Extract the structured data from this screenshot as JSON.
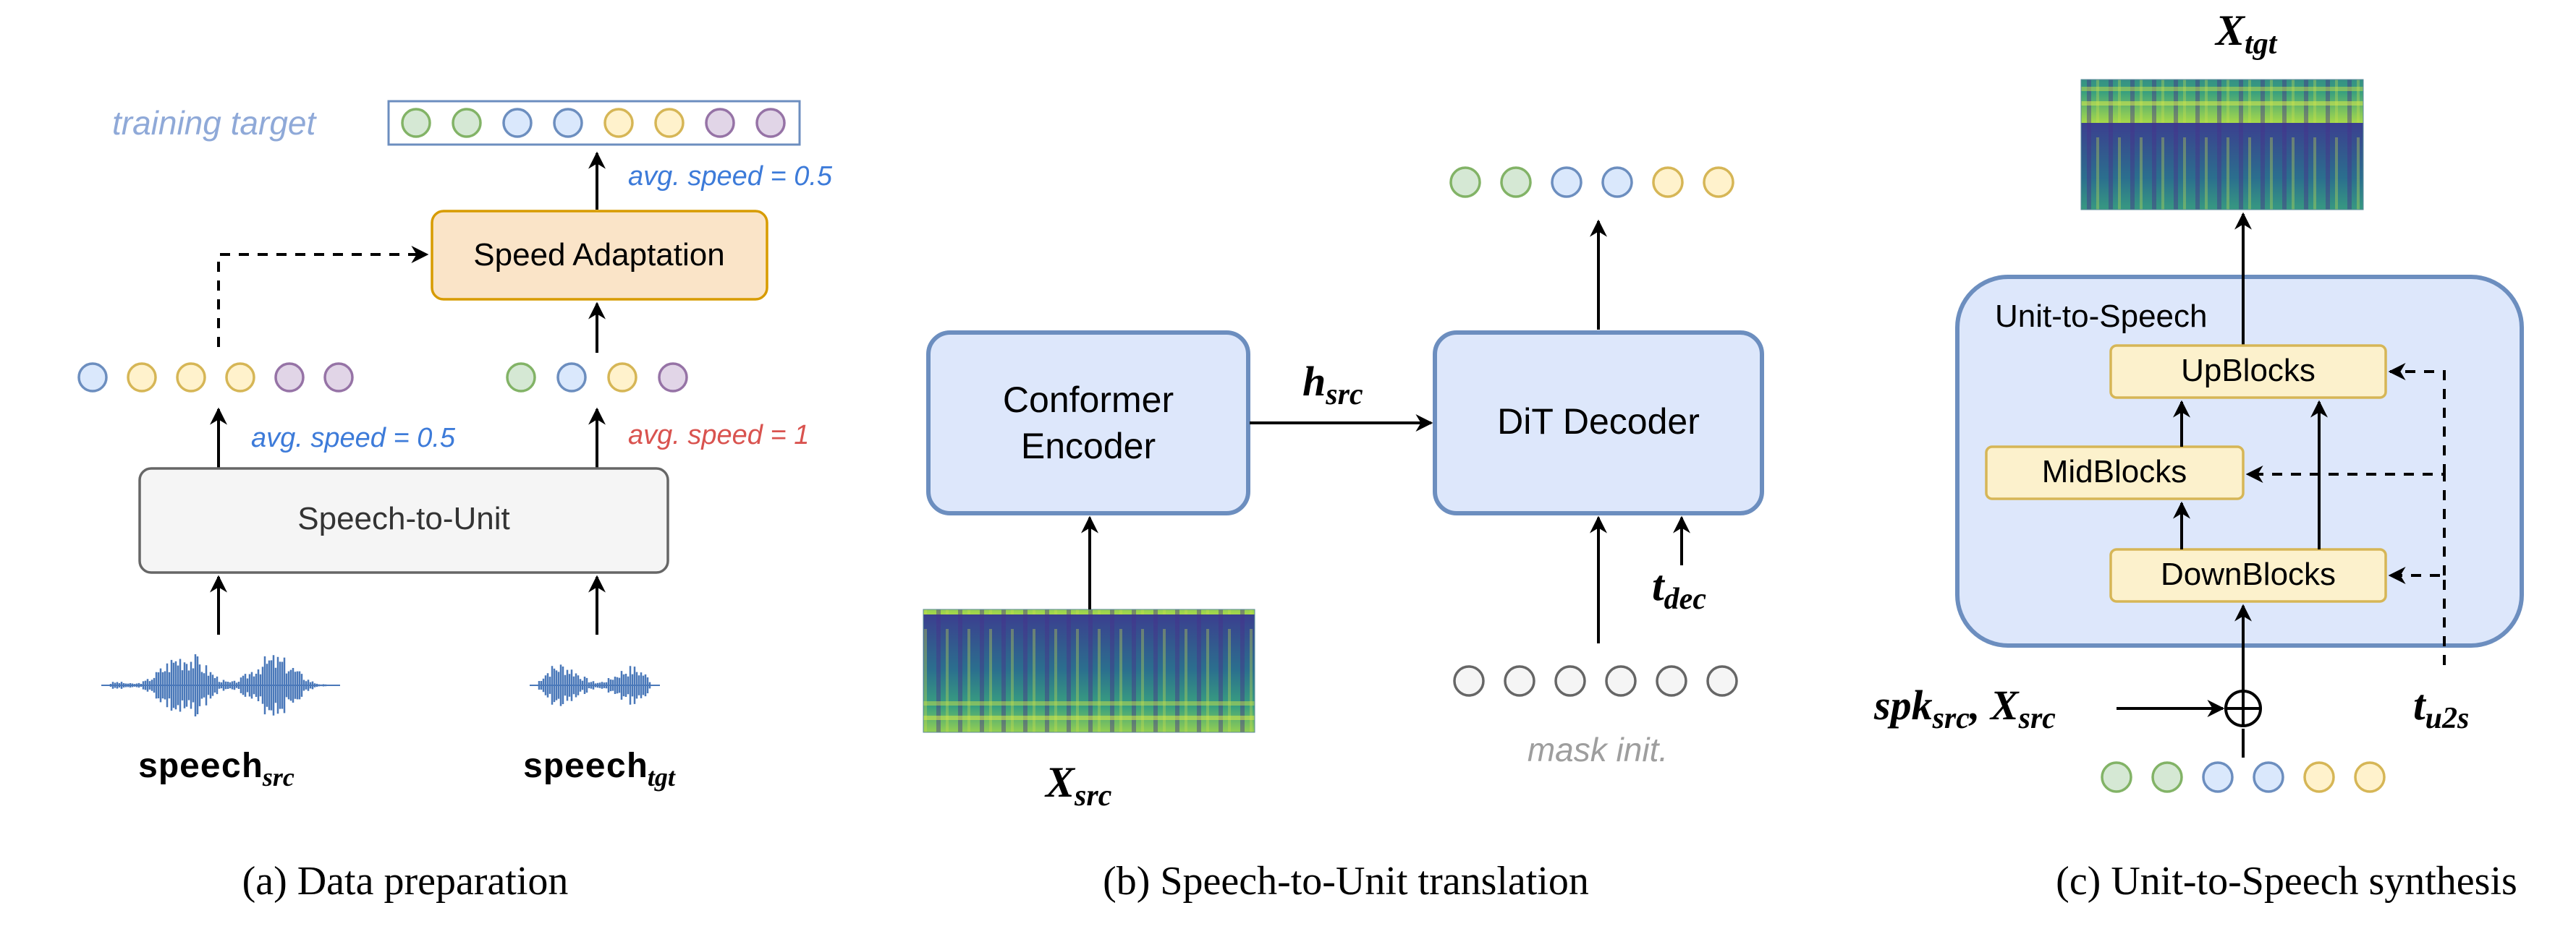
{
  "colors": {
    "green": {
      "fill": "#d5e8d4",
      "stroke": "#82b366"
    },
    "blue": {
      "fill": "#dae8fc",
      "stroke": "#6c8ebf"
    },
    "yellow": {
      "fill": "#fff2cc",
      "stroke": "#d6b656"
    },
    "purple": {
      "fill": "#e1d5e7",
      "stroke": "#9673a6"
    },
    "gray": {
      "fill": "#f5f5f5",
      "stroke": "#666666"
    },
    "speed_adapt_fill": "#fae4c8",
    "speed_adapt_stroke": "#d79b00",
    "unit_box_fill": "#dde7fb",
    "unit_box_stroke": "#6c8ebf",
    "block_fill": "#fcf1cc",
    "block_stroke": "#d6b656",
    "blue_label": "#3d7bd9",
    "red_label": "#d9534f",
    "training_label": "#8fa9d8",
    "mask_label": "#9e9e9e"
  },
  "panel_a": {
    "training_target_label": "training target",
    "training_target_units": [
      "green",
      "green",
      "blue",
      "blue",
      "yellow",
      "yellow",
      "purple",
      "purple"
    ],
    "speed_adaptation_label": "Speed Adaptation",
    "avg_speed_top": "avg. speed = 0.5",
    "src_units": [
      "blue",
      "yellow",
      "yellow",
      "yellow",
      "purple",
      "purple"
    ],
    "tgt_units": [
      "green",
      "blue",
      "yellow",
      "purple"
    ],
    "avg_speed_src": "avg. speed = 0.5",
    "avg_speed_tgt": "avg. speed = 1",
    "s2u_label": "Speech-to-Unit",
    "speech_word": "speech",
    "speech_src_sub": "src",
    "speech_tgt_sub": "tgt",
    "caption": "(a) Data preparation"
  },
  "panel_b": {
    "encoder_line1": "Conformer",
    "encoder_line2": "Encoder",
    "decoder_label": "DiT Decoder",
    "h_label": "h",
    "h_sub": "src",
    "t_label": "t",
    "t_sub": "dec",
    "x_label": "X",
    "x_sub": "src",
    "output_units": [
      "green",
      "green",
      "blue",
      "blue",
      "yellow",
      "yellow"
    ],
    "mask_units": [
      "gray",
      "gray",
      "gray",
      "gray",
      "gray",
      "gray"
    ],
    "mask_label": "mask init.",
    "caption": "(b) Speech-to-Unit translation"
  },
  "panel_c": {
    "x_tgt_label": "X",
    "x_tgt_sub": "tgt",
    "u2s_label": "Unit-to-Speech",
    "upblocks_label": "UpBlocks",
    "midblocks_label": "MidBlocks",
    "downblocks_label": "DownBlocks",
    "spk_label": "spk",
    "spk_sub": "src",
    "x_src_label": "X",
    "x_src_sub": "src",
    "t_label": "t",
    "t_sub": "u2s",
    "input_units": [
      "green",
      "green",
      "blue",
      "blue",
      "yellow",
      "yellow"
    ],
    "caption": "(c) Unit-to-Speech synthesis"
  }
}
